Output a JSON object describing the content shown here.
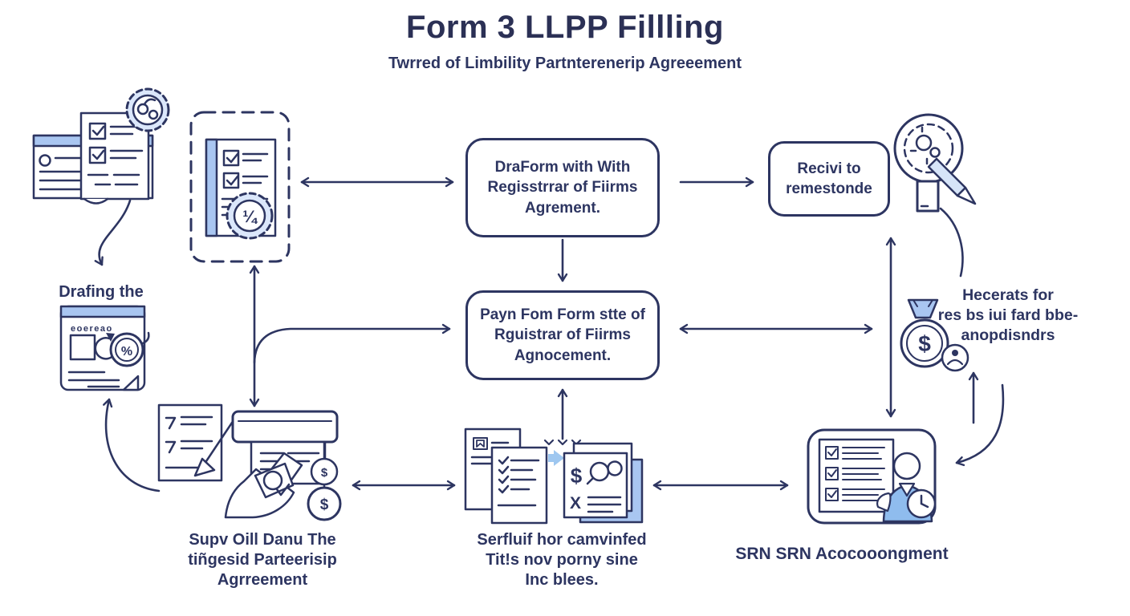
{
  "title": "Form 3 LLPP Fillling",
  "subtitle": "Twrred of Limbility Partnterenerip Agreeement",
  "boxes": {
    "draft": {
      "line1": "DraForm with With",
      "line2": "Regisstrrar of Fiirms",
      "line3": "Agrement."
    },
    "receive": {
      "line1": "Recivi to",
      "line2": "remestonde"
    },
    "pay": {
      "line1": "Payn Fom Form stte of",
      "line2": "Rguistrar of Fiirms",
      "line3": "Agnocement."
    }
  },
  "labels": {
    "drafting": "Drafing the",
    "sign": {
      "line1": "Supv Oill Danu The",
      "line2": "tiñgesid Parteerisip",
      "line3": "Agrreement"
    },
    "submit": {
      "line1": "Serfluif hor camvinfed",
      "line2": "Tit!s nov porny sine",
      "line3": "Inc blees."
    },
    "srn": "SRN SRN Acocooongment",
    "fees": {
      "line1": "Hecerats for",
      "line2": "res bs iui fard bbe-",
      "line3": "anopdisndrs"
    }
  },
  "glyphs": {
    "gear_fraction": "¼",
    "percent": "%",
    "dollar": "$",
    "dollar_small": "$",
    "card_dollar": "$",
    "card_x": "X",
    "scribble": "eoereao"
  },
  "colors": {
    "ink": "#2d3561",
    "blue": "#a9c6f1",
    "blue_light": "#dbe7fb",
    "blue_arrow": "#9ec7f0",
    "shirt": "#8fbcee"
  }
}
